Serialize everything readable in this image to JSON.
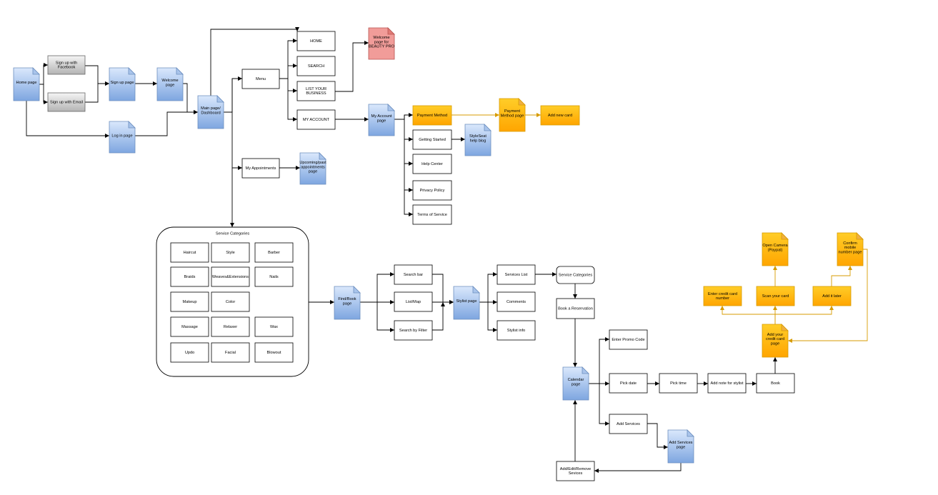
{
  "nodes": [
    {
      "id": "home-page",
      "shape": "doc",
      "label": [
        "Home page"
      ]
    },
    {
      "id": "signup-facebook",
      "shape": "gray",
      "label": [
        "Sign up with",
        "Facebook"
      ]
    },
    {
      "id": "signup-email",
      "shape": "gray",
      "label": [
        "Sign up with Email"
      ]
    },
    {
      "id": "signup-page",
      "shape": "doc",
      "label": [
        "Sign up page"
      ]
    },
    {
      "id": "welcome-page",
      "shape": "doc",
      "label": [
        "Welcome",
        "page"
      ]
    },
    {
      "id": "login-page",
      "shape": "doc",
      "label": [
        "Log in page"
      ]
    },
    {
      "id": "main-dashboard",
      "shape": "doc",
      "label": [
        "Main page/",
        "Dashboard"
      ]
    },
    {
      "id": "menu",
      "shape": "box",
      "label": [
        "Menu"
      ]
    },
    {
      "id": "home",
      "shape": "box",
      "label": [
        "HOME"
      ]
    },
    {
      "id": "search",
      "shape": "box",
      "label": [
        "SEARCH"
      ]
    },
    {
      "id": "list-business",
      "shape": "box",
      "label": [
        "LIST YOUR",
        "BUSINESS"
      ]
    },
    {
      "id": "my-account",
      "shape": "box",
      "label": [
        "MY ACCOUNT"
      ]
    },
    {
      "id": "welcome-beauty-pro",
      "shape": "rdoc",
      "label": [
        "Welcome",
        "page for",
        "BEAUTY PRO"
      ]
    },
    {
      "id": "my-account-page",
      "shape": "doc",
      "label": [
        "My Account",
        "page"
      ]
    },
    {
      "id": "payment-method",
      "shape": "orange",
      "label": [
        "Payment Method"
      ]
    },
    {
      "id": "payment-method-page",
      "shape": "odoc",
      "label": [
        "Payment",
        "Method page"
      ]
    },
    {
      "id": "add-new-card",
      "shape": "orange",
      "label": [
        "Add new card"
      ]
    },
    {
      "id": "getting-started",
      "shape": "box",
      "label": [
        "Getting Started"
      ]
    },
    {
      "id": "styleseat-blog",
      "shape": "doc",
      "label": [
        "StyleSeat",
        "help blog"
      ]
    },
    {
      "id": "help-center",
      "shape": "box",
      "label": [
        "Help Center"
      ]
    },
    {
      "id": "privacy-policy",
      "shape": "box",
      "label": [
        "Privacy Policy"
      ]
    },
    {
      "id": "terms-of-service",
      "shape": "box",
      "label": [
        "Terms of Service"
      ]
    },
    {
      "id": "my-appointments",
      "shape": "box",
      "label": [
        "My Appointments"
      ]
    },
    {
      "id": "appointments-page",
      "shape": "doc",
      "label": [
        "Upcoming/past",
        "appointments",
        "page"
      ]
    },
    {
      "id": "service-categories-container",
      "shape": "container",
      "label": [
        "Service Categories"
      ]
    },
    {
      "id": "cat-haircut",
      "shape": "box",
      "label": [
        "Haircut"
      ]
    },
    {
      "id": "cat-style",
      "shape": "box",
      "label": [
        "Style"
      ]
    },
    {
      "id": "cat-barber",
      "shape": "box",
      "label": [
        "Barber"
      ]
    },
    {
      "id": "cat-braids",
      "shape": "box",
      "label": [
        "Braids"
      ]
    },
    {
      "id": "cat-weaves",
      "shape": "box",
      "label": [
        "Weaves&Extensions"
      ]
    },
    {
      "id": "cat-nails",
      "shape": "box",
      "label": [
        "Nails"
      ]
    },
    {
      "id": "cat-makeup",
      "shape": "box",
      "label": [
        "Makeup"
      ]
    },
    {
      "id": "cat-color",
      "shape": "box",
      "label": [
        "Color"
      ]
    },
    {
      "id": "cat-massage",
      "shape": "box",
      "label": [
        "Massage"
      ]
    },
    {
      "id": "cat-relaxer",
      "shape": "box",
      "label": [
        "Relaxer"
      ]
    },
    {
      "id": "cat-wax",
      "shape": "box",
      "label": [
        "Wax"
      ]
    },
    {
      "id": "cat-updo",
      "shape": "box",
      "label": [
        "Updo"
      ]
    },
    {
      "id": "cat-facial",
      "shape": "box",
      "label": [
        "Facial"
      ]
    },
    {
      "id": "cat-blowout",
      "shape": "box",
      "label": [
        "Blowout"
      ]
    },
    {
      "id": "find-book-page",
      "shape": "doc",
      "label": [
        "Find/Book",
        "page"
      ]
    },
    {
      "id": "search-bar",
      "shape": "box",
      "label": [
        "Search bar"
      ]
    },
    {
      "id": "list-map",
      "shape": "box",
      "label": [
        "List/Map"
      ]
    },
    {
      "id": "search-by-filter",
      "shape": "box",
      "label": [
        "Search by Filter"
      ]
    },
    {
      "id": "stylist-page",
      "shape": "doc",
      "label": [
        "Stylist page"
      ]
    },
    {
      "id": "services-list",
      "shape": "box",
      "label": [
        "Services List"
      ]
    },
    {
      "id": "comments",
      "shape": "box",
      "label": [
        "Comments"
      ]
    },
    {
      "id": "stylist-info",
      "shape": "box",
      "label": [
        "Stylist info"
      ]
    },
    {
      "id": "service-categories",
      "shape": "round",
      "label": [
        "Service Categories"
      ]
    },
    {
      "id": "book-reservation",
      "shape": "box",
      "label": [
        "Book a Reservation"
      ]
    },
    {
      "id": "calendar-page",
      "shape": "doc",
      "label": [
        "Calendar",
        "page"
      ]
    },
    {
      "id": "enter-promo-code",
      "shape": "box",
      "label": [
        "Enter Promo Code"
      ]
    },
    {
      "id": "pick-date",
      "shape": "box",
      "label": [
        "Pick date"
      ]
    },
    {
      "id": "pick-time",
      "shape": "box",
      "label": [
        "Pick time"
      ]
    },
    {
      "id": "add-note",
      "shape": "box",
      "label": [
        "Add note for stylist"
      ]
    },
    {
      "id": "book",
      "shape": "box",
      "label": [
        "Book"
      ]
    },
    {
      "id": "add-services",
      "shape": "box",
      "label": [
        "Add Services"
      ]
    },
    {
      "id": "add-services-page",
      "shape": "doc",
      "label": [
        "Add Services",
        "page"
      ]
    },
    {
      "id": "add-edit-remove",
      "shape": "box",
      "label": [
        "Add/Edit/Remove",
        "Sevices"
      ]
    },
    {
      "id": "add-credit-card-page",
      "shape": "odoc",
      "label": [
        "Add your",
        "credit card",
        "page"
      ]
    },
    {
      "id": "enter-card-number",
      "shape": "orange",
      "label": [
        "Enter credit card",
        "number"
      ]
    },
    {
      "id": "scan-card",
      "shape": "orange",
      "label": [
        "Scan your card"
      ]
    },
    {
      "id": "add-later",
      "shape": "orange",
      "label": [
        "Add it later"
      ]
    },
    {
      "id": "open-camera",
      "shape": "odoc",
      "label": [
        "Open Camera",
        "(Paypal)"
      ]
    },
    {
      "id": "confirm-mobile",
      "shape": "odoc",
      "label": [
        "Confirm",
        "mobile",
        "number page"
      ]
    }
  ]
}
